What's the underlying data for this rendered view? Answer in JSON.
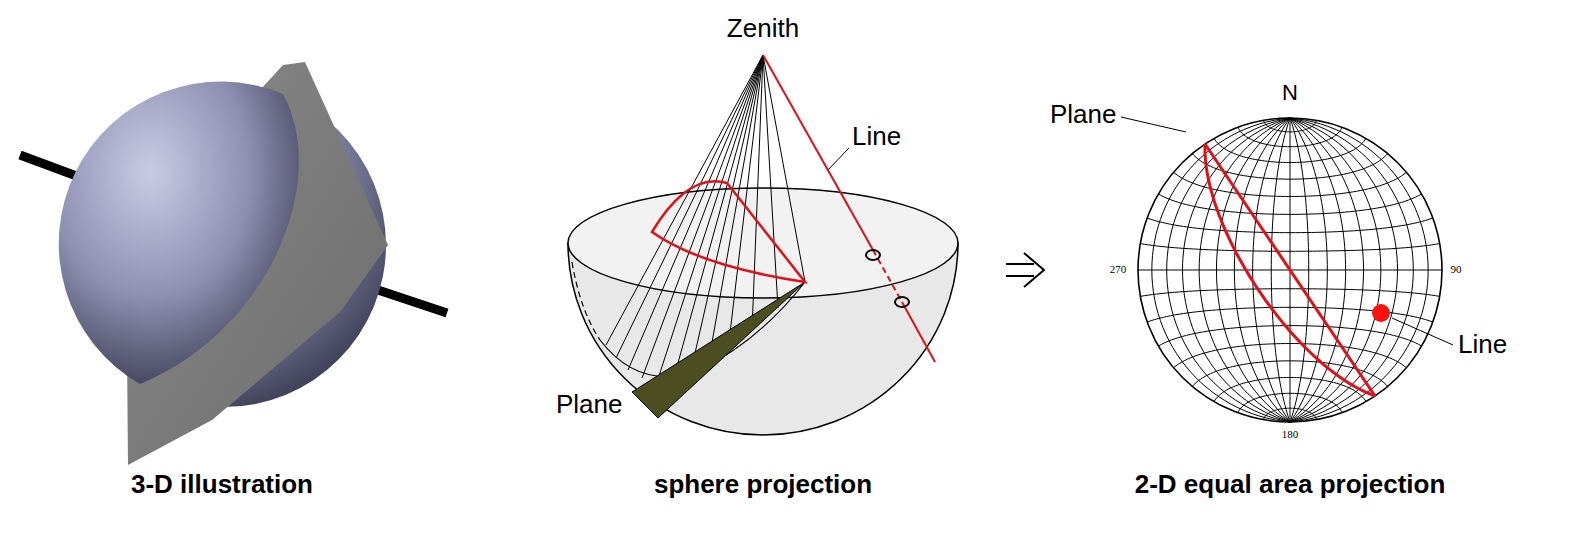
{
  "diagram": {
    "labels": [
      "Zenith",
      "Line",
      "Plane",
      "N",
      "270",
      "90",
      "180",
      "Plane",
      "Line",
      "3-D illustration",
      "sphere projection",
      "2-D equal area projection"
    ]
  }
}
